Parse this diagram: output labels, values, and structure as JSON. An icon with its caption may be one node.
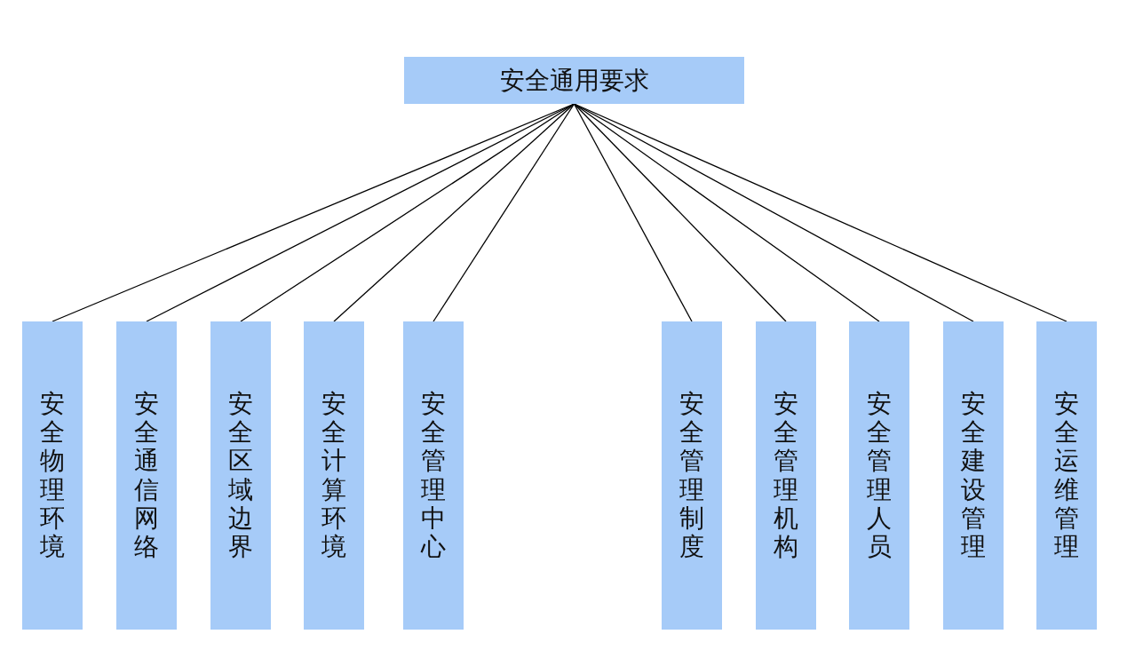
{
  "diagram": {
    "nodes": [
      {
        "text": [
          "安全通用要求"
        ]
      },
      {
        "text": [
          "安全物理环境"
        ]
      },
      {
        "text": [
          "安全通信网络"
        ]
      },
      {
        "text": [
          "安全区域边界"
        ]
      },
      {
        "text": [
          "安全计算环境"
        ]
      },
      {
        "text": [
          "安全管理中心"
        ]
      },
      {
        "text": [
          "安全管理制度"
        ]
      },
      {
        "text": [
          "安全管理机构"
        ]
      },
      {
        "text": [
          "安全管理人员"
        ]
      },
      {
        "text": [
          "安全建设管理"
        ]
      },
      {
        "text": [
          "安全运维管理"
        ]
      }
    ],
    "edges": [
      {
        "from": 0,
        "to": 1,
        "arrow": "none"
      },
      {
        "from": 0,
        "to": 2,
        "arrow": "none"
      },
      {
        "from": 0,
        "to": 3,
        "arrow": "none"
      },
      {
        "from": 0,
        "to": 4,
        "arrow": "none"
      },
      {
        "from": 0,
        "to": 5,
        "arrow": "none"
      },
      {
        "from": 0,
        "to": 6,
        "arrow": "none"
      },
      {
        "from": 0,
        "to": 7,
        "arrow": "none"
      },
      {
        "from": 0,
        "to": 8,
        "arrow": "none"
      },
      {
        "from": 0,
        "to": 9,
        "arrow": "none"
      },
      {
        "from": 0,
        "to": 10,
        "arrow": "none"
      }
    ]
  }
}
